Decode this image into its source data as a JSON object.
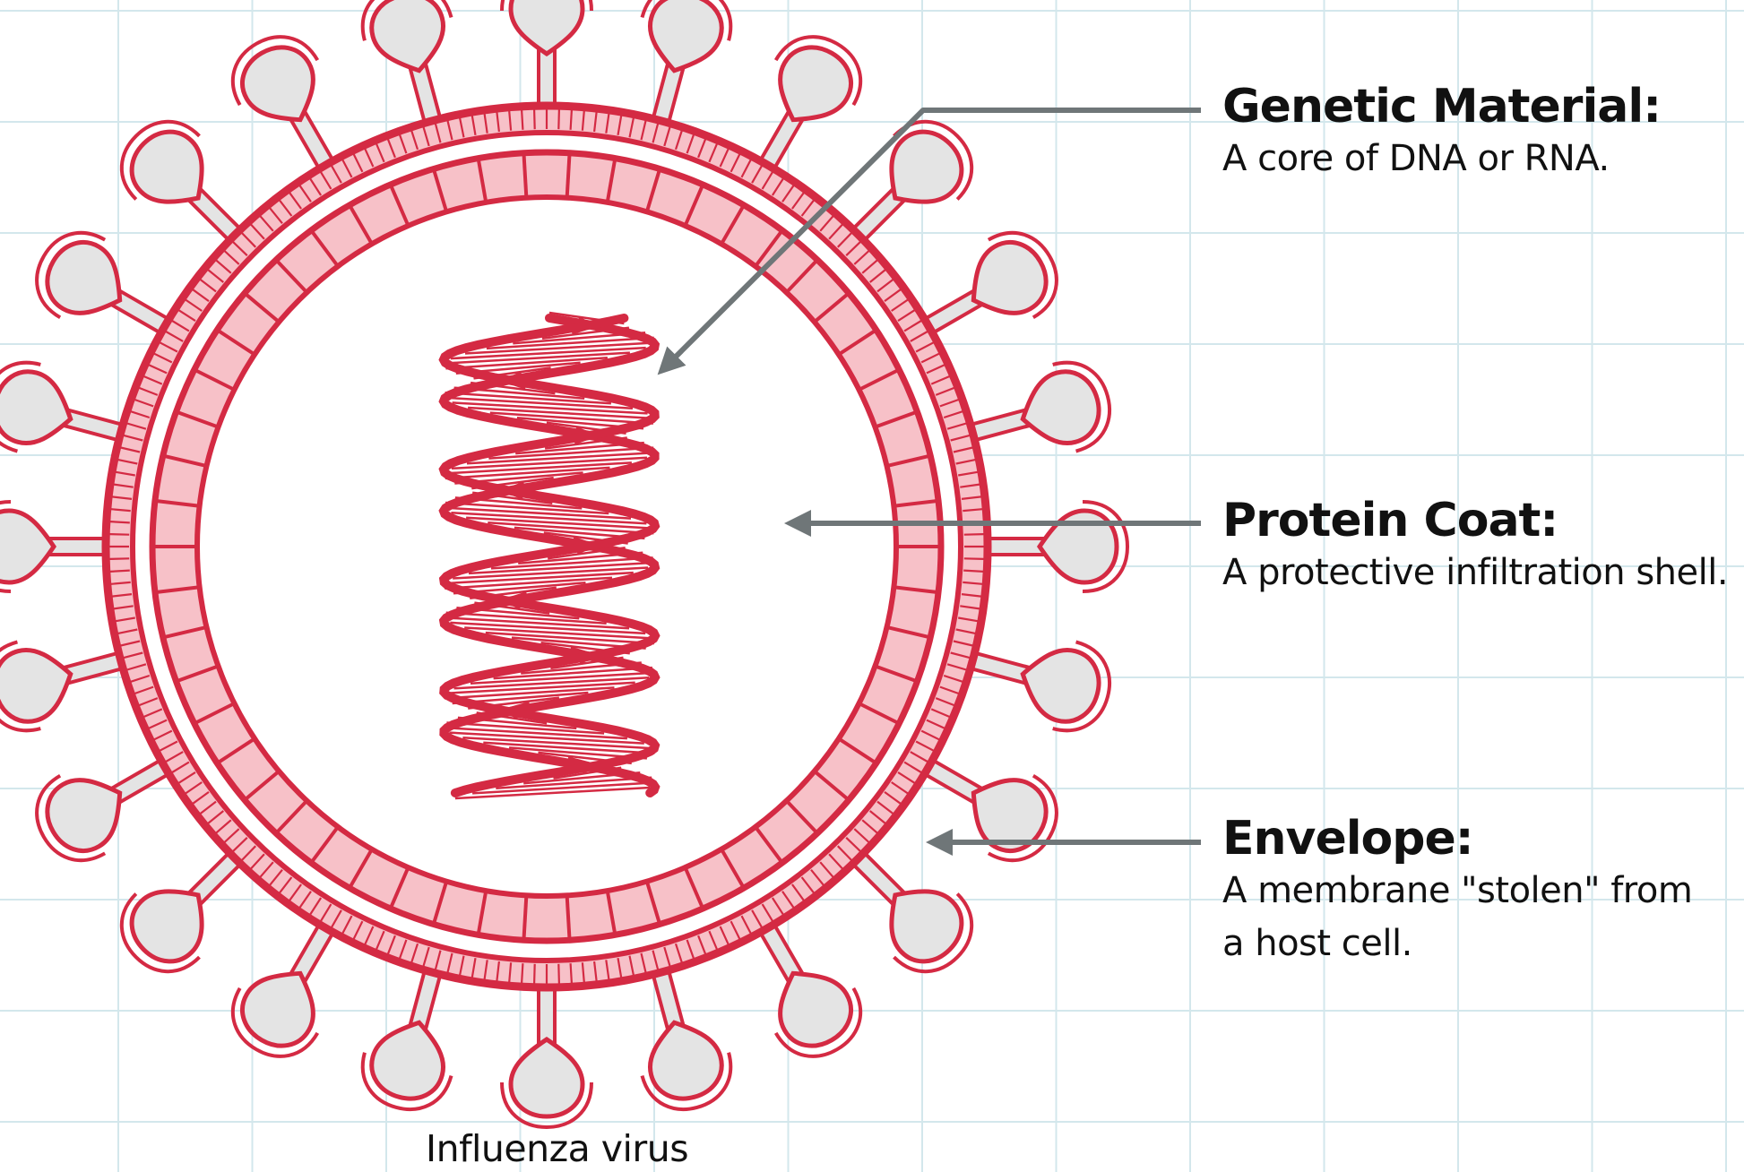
{
  "colors": {
    "virus_stroke": "#d42a43",
    "virus_fill": "#f7c1c8",
    "spike_fill": "#e4e4e4",
    "arrow": "#6f7678",
    "grid": "#d3e7ec",
    "text": "#111111"
  },
  "labels": {
    "genetic_material": {
      "title": "Genetic Material:",
      "description": "A core of DNA or RNA."
    },
    "protein_coat": {
      "title": "Protein Coat:",
      "description": "A protective infiltration shell."
    },
    "envelope": {
      "title": "Envelope:",
      "description": "A membrane \"stolen\" from a host cell."
    }
  },
  "caption": "Influenza virus"
}
